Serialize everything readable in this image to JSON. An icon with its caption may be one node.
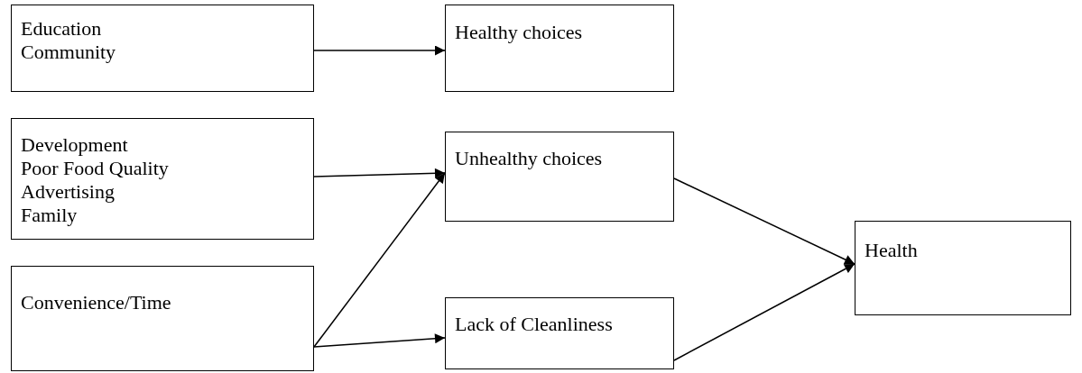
{
  "diagram": {
    "nodes": [
      {
        "text": [
          "Education",
          "Community"
        ]
      },
      {
        "text": [
          "Healthy choices"
        ]
      },
      {
        "text": [
          "Development",
          "Poor Food Quality",
          "Advertising",
          "Family"
        ]
      },
      {
        "text": [
          "Unhealthy choices"
        ]
      },
      {
        "text": [
          "Health"
        ]
      },
      {
        "text": [
          "Convenience/Time"
        ]
      },
      {
        "text": [
          "Lack of Cleanliness"
        ]
      }
    ],
    "edges": [
      {
        "from": 0,
        "to": 1,
        "arrow": "to"
      },
      {
        "from": 2,
        "to": 3,
        "arrow": "to"
      },
      {
        "from": 5,
        "to": 3,
        "arrow": "to"
      },
      {
        "from": 5,
        "to": 6,
        "arrow": "to"
      },
      {
        "from": 3,
        "to": 4,
        "arrow": "to"
      },
      {
        "from": 6,
        "to": 4,
        "arrow": "to"
      }
    ]
  }
}
